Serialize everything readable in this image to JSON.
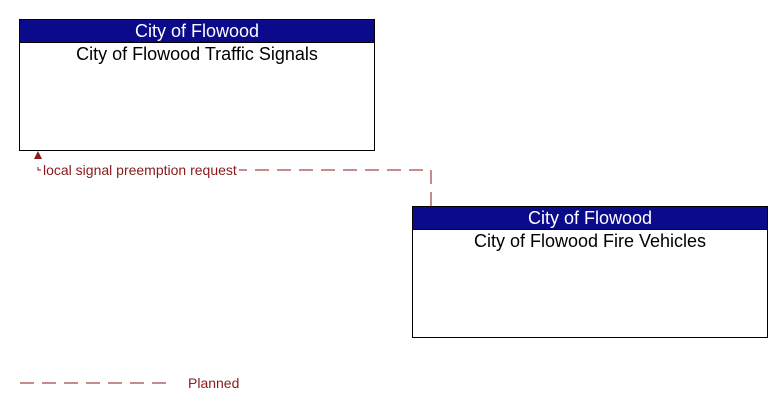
{
  "nodes": [
    {
      "owner": "City of Flowood",
      "name": "City of Flowood Traffic Signals"
    },
    {
      "owner": "City of Flowood",
      "name": "City of Flowood Fire Vehicles"
    }
  ],
  "flows": [
    {
      "label": "local signal preemption request",
      "status": "Planned"
    }
  ],
  "legend": {
    "planned_label": "Planned"
  },
  "colors": {
    "header": "#0a0a8a",
    "planned": "#8b1a1a"
  }
}
